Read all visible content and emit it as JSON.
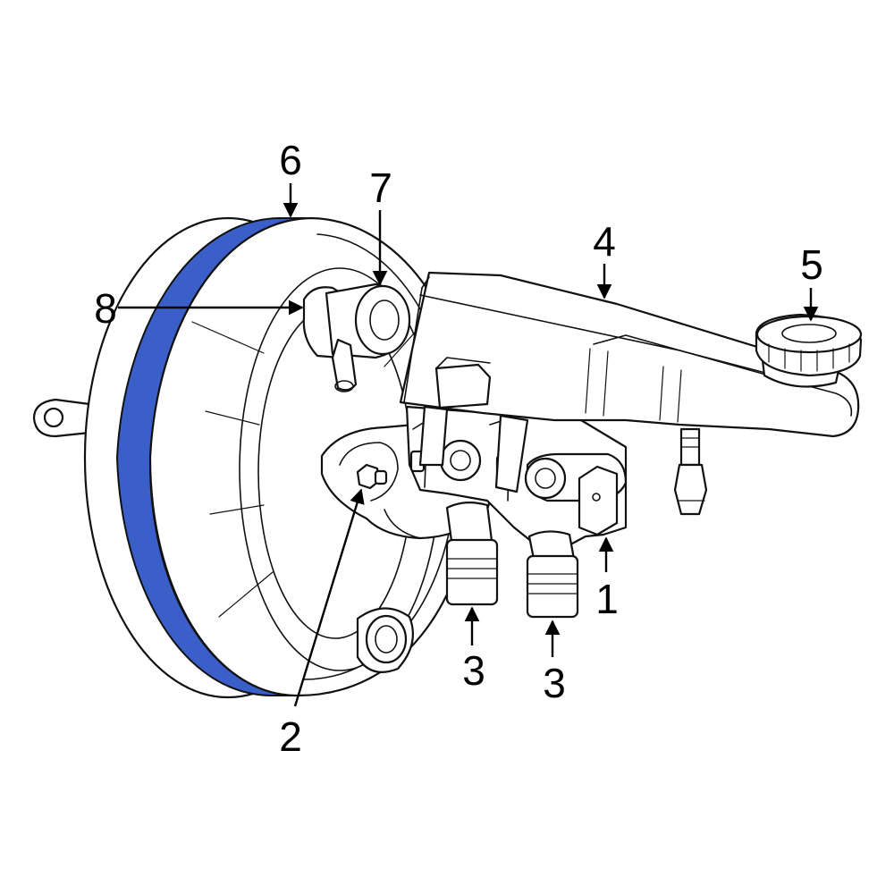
{
  "diagram": {
    "highlight_color": "#3a5fc8",
    "line_color": "#111111",
    "callouts": [
      {
        "id": "1",
        "label": "1"
      },
      {
        "id": "2",
        "label": "2"
      },
      {
        "id": "3a",
        "label": "3"
      },
      {
        "id": "3b",
        "label": "3"
      },
      {
        "id": "4",
        "label": "4"
      },
      {
        "id": "5",
        "label": "5"
      },
      {
        "id": "6",
        "label": "6"
      },
      {
        "id": "7",
        "label": "7"
      },
      {
        "id": "8",
        "label": "8"
      }
    ]
  }
}
